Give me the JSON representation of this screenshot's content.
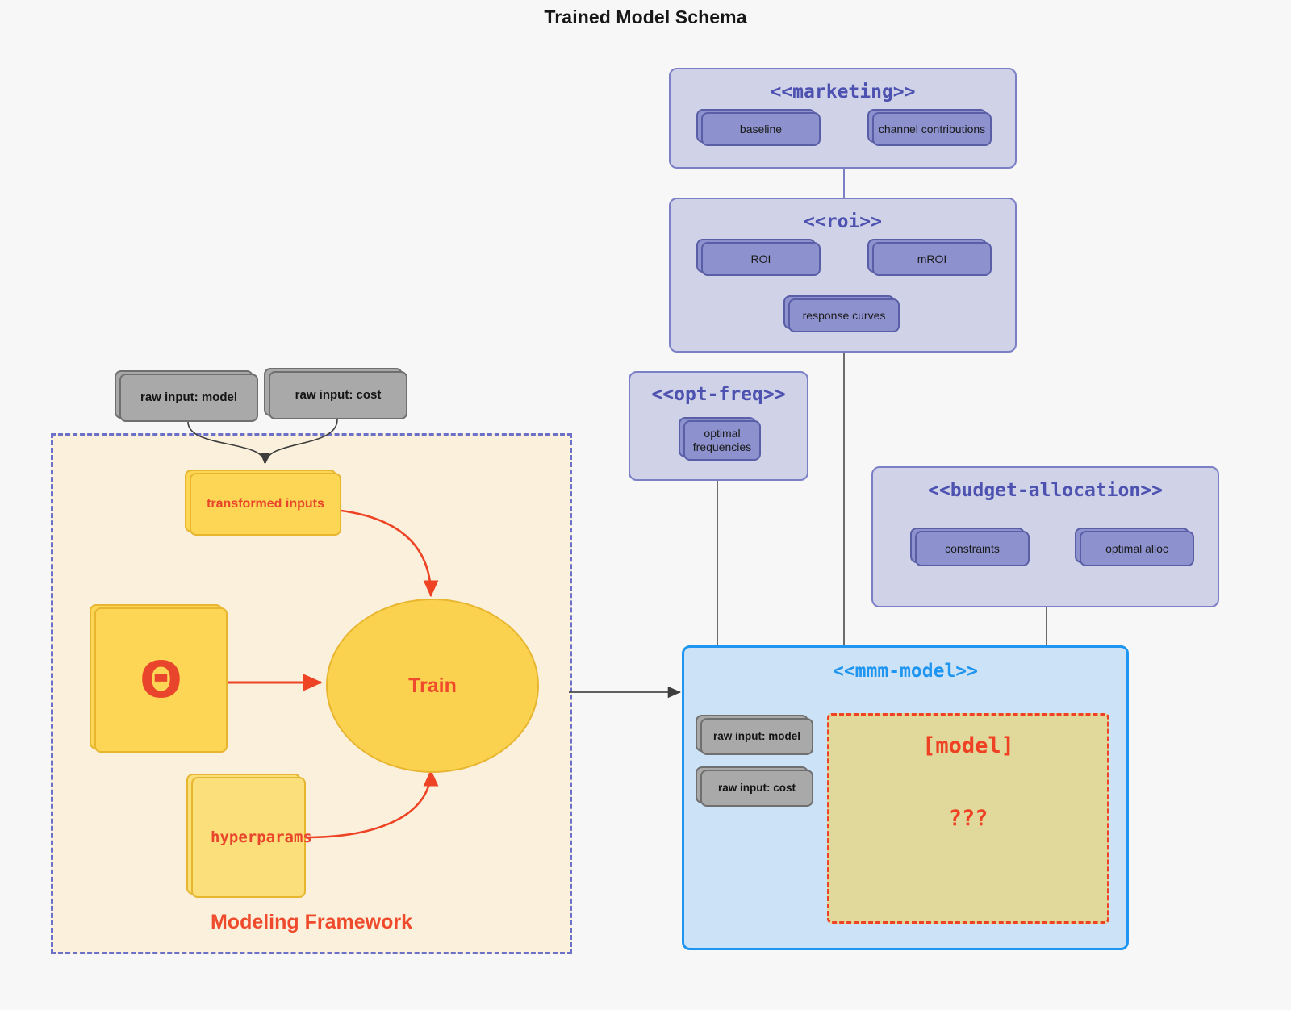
{
  "title": "Trained Model Schema",
  "colors": {
    "background": "#f7f7f7",
    "package_fill": "#d0d2e8",
    "package_border": "#7b80c6",
    "package_title": "#4d52b0",
    "node_purple_fill": "#8d92cf",
    "node_purple_border": "#595ea6",
    "node_gray_fill": "#a9a9a9",
    "node_gray_border": "#6f6f6f",
    "node_yellow_fill": "#fcd654",
    "node_yellow_border": "#e8b52e",
    "accent_red": "#ef4a2c",
    "mmm_fill": "#cce2f6",
    "mmm_border": "#1e95f0",
    "model_region_fill": "#e1d99c",
    "model_region_border": "#ef4123",
    "framework_fill": "#faf0dc",
    "framework_border": "#6b70c8",
    "edge_gray": "#4a4a4a"
  },
  "packages": {
    "marketing": {
      "title": "<<marketing>>",
      "nodes": [
        {
          "label": "baseline"
        },
        {
          "label": "channel contributions"
        }
      ]
    },
    "roi": {
      "title": "<<roi>>",
      "nodes": [
        {
          "label": "ROI"
        },
        {
          "label": "mROI"
        },
        {
          "label": "response curves"
        }
      ]
    },
    "opt_freq": {
      "title": "<<opt-freq>>",
      "nodes": [
        {
          "label": "optimal\nfrequencies"
        }
      ]
    },
    "budget_allocation": {
      "title": "<<budget-allocation>>",
      "nodes": [
        {
          "label": "constraints"
        },
        {
          "label": "optimal alloc"
        }
      ]
    },
    "mmm_model": {
      "title": "<<mmm-model>>",
      "inputs": [
        {
          "label": "raw input: model"
        },
        {
          "label": "raw input: cost"
        }
      ],
      "model_region": {
        "label_primary": "[model]",
        "label_secondary": "???"
      }
    }
  },
  "framework": {
    "label": "Modeling Framework",
    "raw_inputs": [
      {
        "label": "raw input: model"
      },
      {
        "label": "raw input: cost"
      }
    ],
    "transformed_inputs": {
      "label": "transformed inputs"
    },
    "theta": {
      "label": "Θ"
    },
    "hyperparams": {
      "label": "hyperparams"
    },
    "train": {
      "label": "Train"
    }
  }
}
